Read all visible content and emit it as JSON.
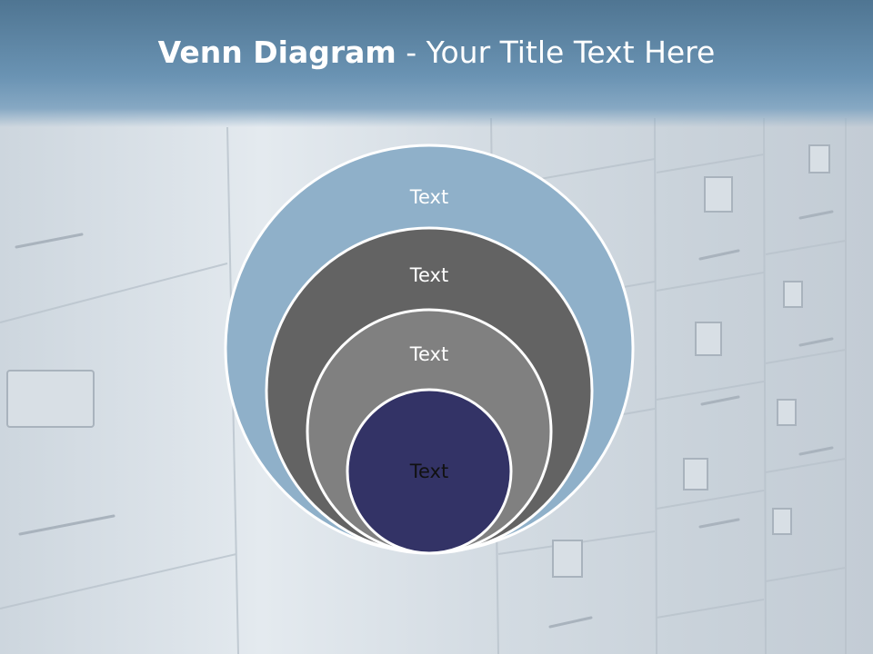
{
  "slide": {
    "title_bold": "Venn Diagram",
    "title_rest": " - Your Title Text Here"
  },
  "diagram": {
    "type": "nested-circles",
    "circles": [
      {
        "label": "Text",
        "fill": "#8fb0c9",
        "text_color": "#ffffff"
      },
      {
        "label": "Text",
        "fill": "#636363",
        "text_color": "#ffffff"
      },
      {
        "label": "Text",
        "fill": "#808080",
        "text_color": "#ffffff"
      },
      {
        "label": "Text",
        "fill": "#333366",
        "text_color": "#111111"
      }
    ]
  },
  "colors": {
    "header": "#5c84a3",
    "outline": "#ffffff"
  }
}
